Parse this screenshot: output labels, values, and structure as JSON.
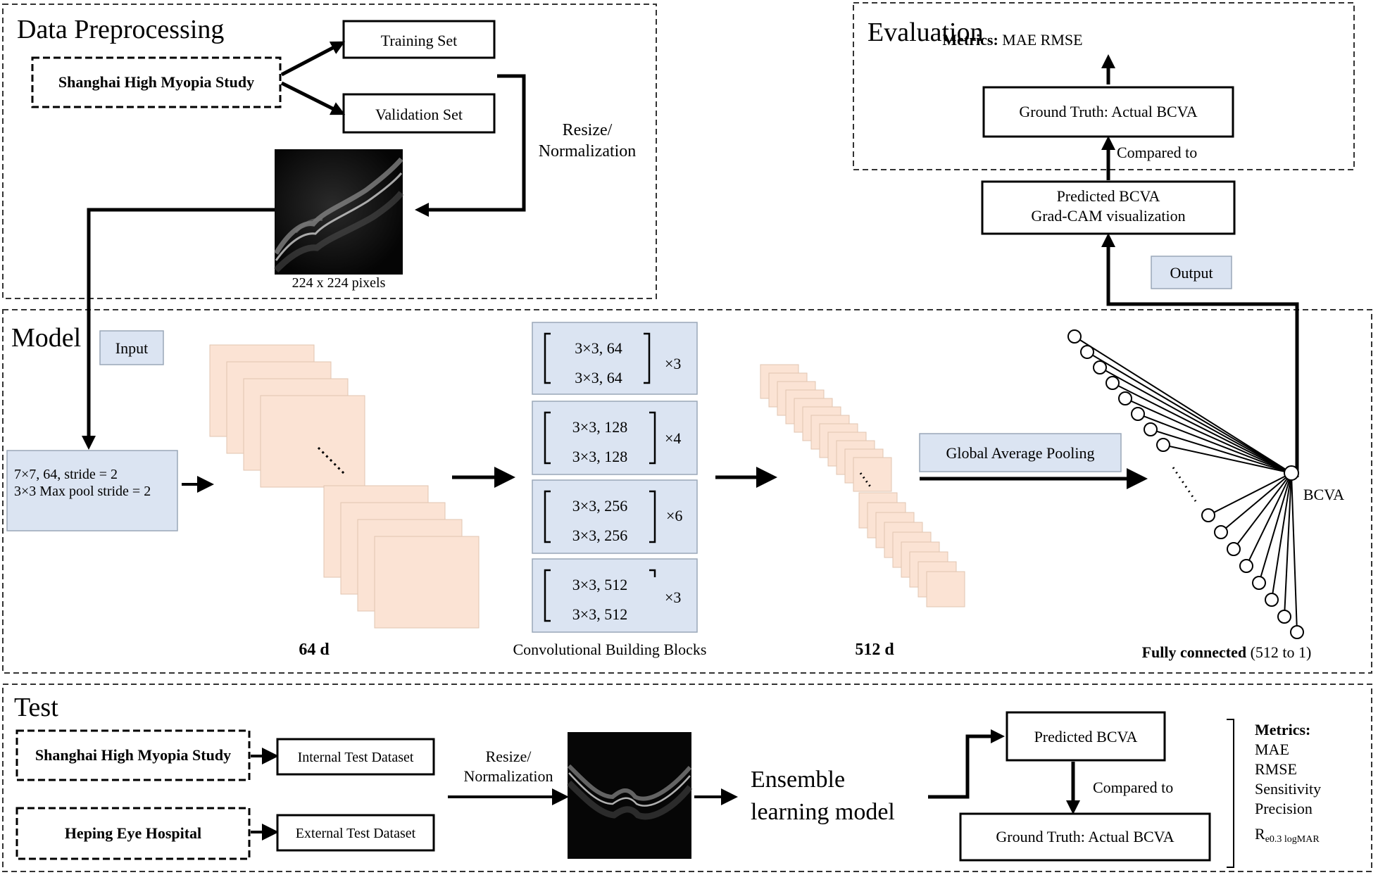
{
  "sections": {
    "preprocessing": "Data Preprocessing",
    "evaluation": "Evaluation",
    "model": "Model",
    "test": "Test"
  },
  "preprocessing": {
    "source": "Shanghai High Myopia Study",
    "training_set": "Training Set",
    "validation_set": "Validation Set",
    "resize_1": "Resize/",
    "resize_2": "Normalization",
    "image_size": "224 x 224 pixels"
  },
  "evaluation": {
    "metrics_label": "Metrics:",
    "metrics_values": " MAE RMSE",
    "ground_truth": "Ground Truth: Actual  BCVA",
    "compared_to": "Compared to",
    "predicted_1": "Predicted BCVA",
    "predicted_2": "Grad-CAM visualization",
    "output": "Output"
  },
  "model": {
    "input": "Input",
    "conv1_line1": "7×7, 64, stride = 2",
    "conv1_line2": "3×3 Max pool stride  = 2",
    "d64": "64 d",
    "blocks": [
      {
        "l1": "3×3, 64",
        "l2": "3×3, 64",
        "rep": "×3"
      },
      {
        "l1": "3×3, 128",
        "l2": "3×3, 128",
        "rep": "×4"
      },
      {
        "l1": "3×3, 256",
        "l2": "3×3, 256",
        "rep": "×6"
      },
      {
        "l1": "3×3, 512",
        "l2": "3×3, 512",
        "rep": "×3"
      }
    ],
    "blocks_caption": "Convolutional Building Blocks",
    "d512": "512 d",
    "gap": "Global Average Pooling",
    "bcva": "BCVA",
    "fc_bold": "Fully connected",
    "fc_rest": " (512 to 1)"
  },
  "test": {
    "source_1": "Shanghai High Myopia Study",
    "source_2": "Heping Eye Hospital",
    "internal": "Internal Test Dataset",
    "external": "External Test  Dataset",
    "resize_1": "Resize/",
    "resize_2": "Normalization",
    "ensemble_1": "Ensemble",
    "ensemble_2": "learning model",
    "predicted": "Predicted BCVA",
    "compared_to": "Compared to",
    "ground_truth": "Ground Truth: Actual  BCVA",
    "metrics_title": "Metrics:",
    "metrics": [
      "MAE",
      "RMSE",
      "Sensitivity",
      "Precision"
    ],
    "r_main": "R",
    "r_sub": "e0.3 logMAR"
  },
  "colors": {
    "box_fill": "#dbe4f2",
    "box_stroke": "#9aa7b8",
    "feature_fill": "#fbe3d4",
    "feature_stroke": "#e2c4b0",
    "line": "#000000"
  }
}
